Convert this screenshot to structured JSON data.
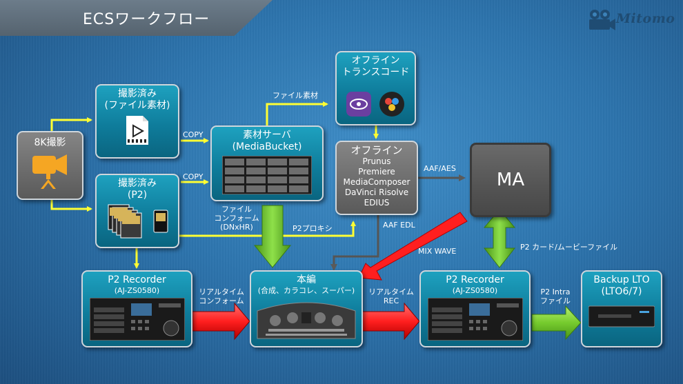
{
  "header": {
    "title": "ECSワークフロー",
    "logo_text": "Mitomo"
  },
  "nodes": {
    "shoot": {
      "title": "8K撮影",
      "icon": "video-camera-icon"
    },
    "file": {
      "title": "撮影済み",
      "subtitle": "(ファイル素材)",
      "icon": "video-file-icon"
    },
    "p2": {
      "title": "撮影済み",
      "subtitle": "(P2)",
      "icon": "p2-cards-icon"
    },
    "server": {
      "title": "素材サーバ",
      "subtitle": "(MediaBucket)",
      "icon": "server-rack-icon"
    },
    "transcode": {
      "title": "オフライン",
      "subtitle": "トランスコード"
    },
    "offline": {
      "title": "オフライン",
      "items": [
        "Prunus",
        "Premiere",
        "MediaComposer",
        "DaVinci Risolve",
        "EDIUS"
      ]
    },
    "ma": {
      "title": "MA"
    },
    "rec1": {
      "title": "P2 Recorder",
      "subtitle": "(AJ-ZS0580)"
    },
    "honpen": {
      "title": "本編",
      "subtitle": "(合成、カラコレ、スーパー)"
    },
    "rec2": {
      "title": "P2 Recorder",
      "subtitle": "(AJ-ZS0580)"
    },
    "lto": {
      "title": "Backup LTO",
      "subtitle": "(LTO6/7)"
    }
  },
  "labels": {
    "copy1": "COPY",
    "copy2": "COPY",
    "file_material": "ファイル素材",
    "file_conform": [
      "ファイル",
      "コンフォーム",
      "(DNxHR)"
    ],
    "p2_proxy": "P2プロキシ",
    "aaf_edl": "AAF EDL",
    "aaf_aes": "AAF/AES",
    "mix_wave": "MIX WAVE",
    "p2_card_movie": "P2 カード/ムービーファイル",
    "realtime_conform": [
      "リアルタイム",
      "コンフォーム"
    ],
    "realtime_rec": [
      "リアルタイム",
      "REC"
    ],
    "p2_intra": [
      "P2 Intra",
      "ファイル"
    ]
  },
  "colors": {
    "yellow_arrow": "#ffff33",
    "red_arrow": "#ff2a2a",
    "green_arrow": "#7fd236",
    "box_teal": "#1190b0",
    "box_grey": "#6f6f6f"
  }
}
